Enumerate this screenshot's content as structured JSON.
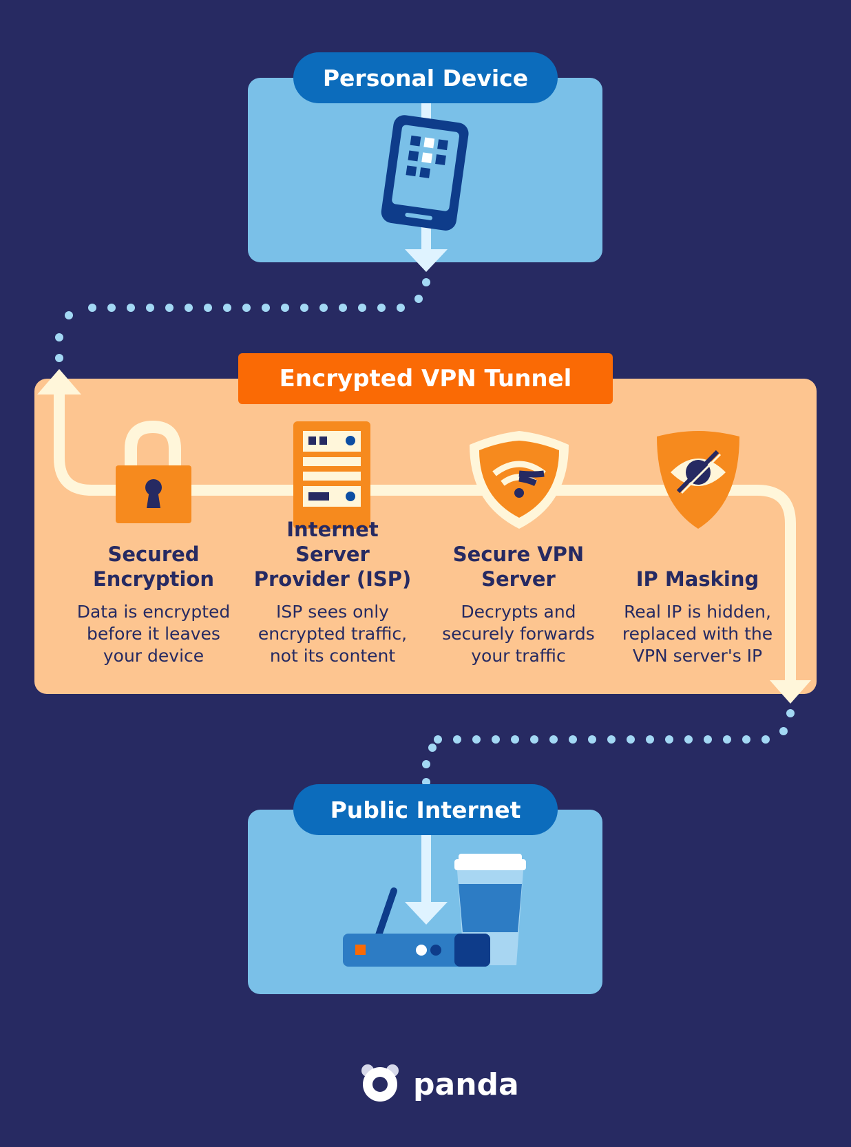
{
  "nodes": {
    "personal_device": "Personal Device",
    "vpn_tunnel": "Encrypted VPN Tunnel",
    "public_internet": "Public Internet"
  },
  "tunnel_items": [
    {
      "title": "Secured Encryption",
      "desc": "Data is encrypted before it leaves your device",
      "icon": "padlock-icon"
    },
    {
      "title": "Internet Server Provider (ISP)",
      "desc": "ISP sees only encrypted traffic, not its content",
      "icon": "server-rack-icon"
    },
    {
      "title": "Secure VPN Server",
      "desc": "Decrypts and securely forwards your traffic",
      "icon": "wifi-shield-icon"
    },
    {
      "title": "IP Masking",
      "desc": "Real IP is hidden, replaced with the VPN server's IP",
      "icon": "hidden-eye-shield-icon"
    }
  ],
  "brand": {
    "name": "panda"
  },
  "colors": {
    "background": "#272a62",
    "device_panel": "#7ac0e8",
    "tunnel_panel": "#fdc590",
    "accent_orange": "#fa6a05",
    "accent_blue": "#0c6cbc",
    "path": "#fff6da",
    "dots": "#a3d8f4"
  }
}
